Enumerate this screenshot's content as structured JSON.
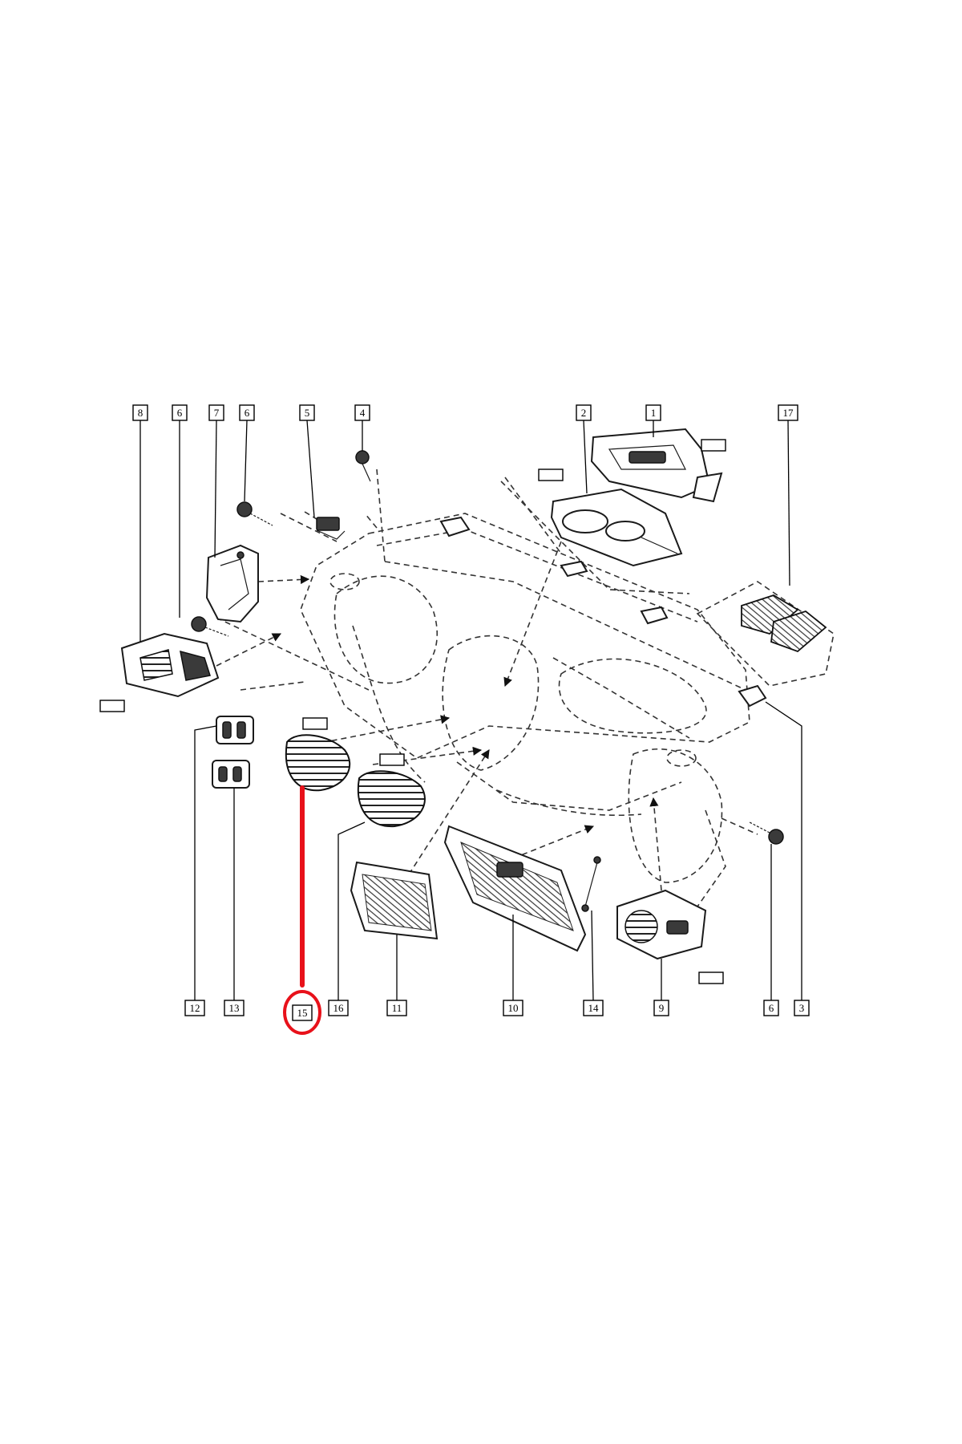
{
  "callouts": {
    "top": [
      "8",
      "6",
      "7",
      "6",
      "5",
      "4",
      "2",
      "1",
      "17"
    ],
    "bottom": [
      "12",
      "13",
      "15",
      "16",
      "11",
      "10",
      "14",
      "9",
      "6",
      "3"
    ]
  },
  "highlight": {
    "part_number": "15",
    "color": "#e8111a"
  }
}
